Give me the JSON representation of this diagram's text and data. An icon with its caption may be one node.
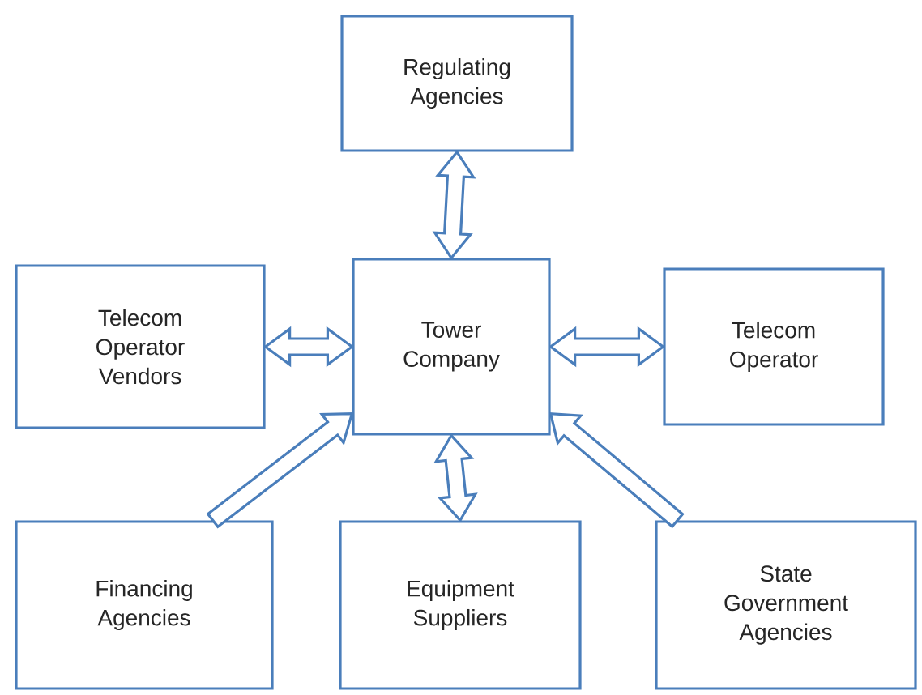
{
  "diagram": {
    "nodes": [
      {
        "text": [
          "Regulating Agencies"
        ]
      },
      {
        "text": [
          "Telecom Operator Vendors"
        ]
      },
      {
        "text": [
          "Tower Company"
        ]
      },
      {
        "text": [
          "Telecom Operator"
        ]
      },
      {
        "text": [
          "Financing Agencies"
        ]
      },
      {
        "text": [
          "Equipment Suppliers"
        ]
      },
      {
        "text": [
          "State Government Agencies"
        ]
      }
    ],
    "edges": [
      {
        "from": 0,
        "to": 2,
        "arrow": "both"
      },
      {
        "from": 1,
        "to": 2,
        "arrow": "both"
      },
      {
        "from": 2,
        "to": 3,
        "arrow": "both"
      },
      {
        "from": 4,
        "to": 2,
        "arrow": "to"
      },
      {
        "from": 2,
        "to": 5,
        "arrow": "both"
      },
      {
        "from": 6,
        "to": 2,
        "arrow": "to"
      }
    ]
  }
}
